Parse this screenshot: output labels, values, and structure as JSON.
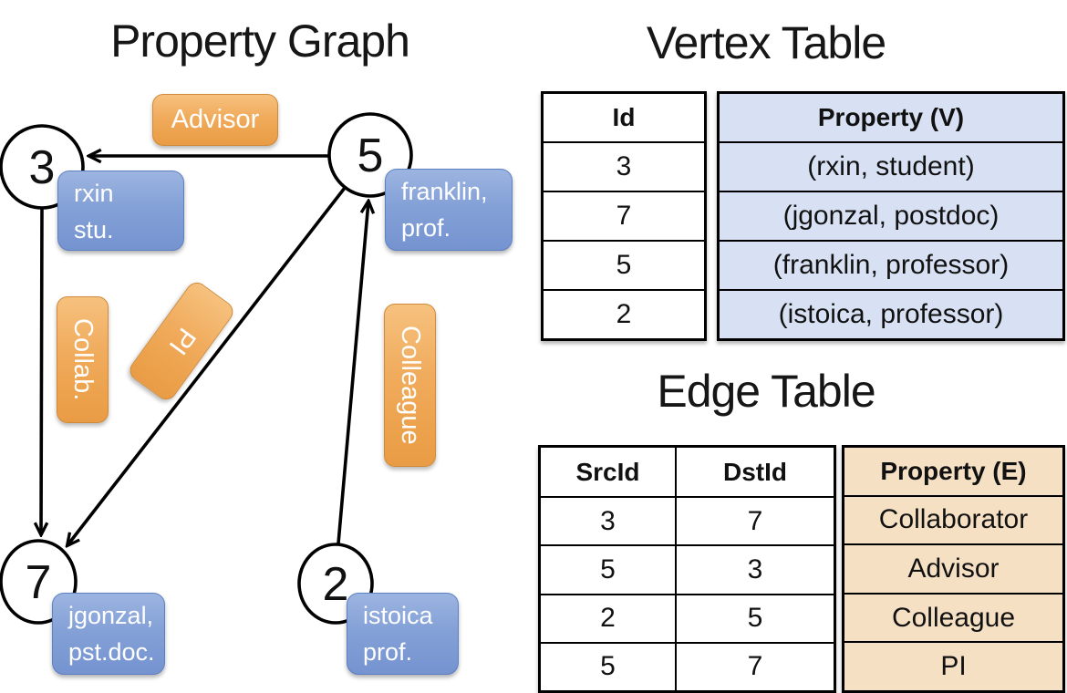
{
  "graph": {
    "title": "Property Graph",
    "nodes": {
      "n3": {
        "id": "3",
        "prop1": "rxin",
        "prop2": "stu."
      },
      "n5": {
        "id": "5",
        "prop1": "franklin,",
        "prop2": "prof."
      },
      "n7": {
        "id": "7",
        "prop1": "jgonzal,",
        "prop2": "pst.doc."
      },
      "n2": {
        "id": "2",
        "prop1": "istoica",
        "prop2": "prof."
      }
    },
    "edge_labels": {
      "advisor": "Advisor",
      "collab": "Collab.",
      "pi": "PI",
      "colleague": "Colleague"
    }
  },
  "vertex_table": {
    "title": "Vertex Table",
    "columns": [
      "Id",
      "Property (V)"
    ],
    "rows": [
      [
        "3",
        "(rxin, student)"
      ],
      [
        "7",
        "(jgonzal, postdoc)"
      ],
      [
        "5",
        "(franklin, professor)"
      ],
      [
        "2",
        "(istoica, professor)"
      ]
    ]
  },
  "edge_table": {
    "title": "Edge Table",
    "columns": [
      "SrcId",
      "DstId",
      "Property (E)"
    ],
    "rows": [
      [
        "3",
        "7",
        "Collaborator"
      ],
      [
        "5",
        "3",
        "Advisor"
      ],
      [
        "2",
        "5",
        "Colleague"
      ],
      [
        "5",
        "7",
        "PI"
      ]
    ]
  },
  "colors": {
    "edge_label_orange": "#EFA95A",
    "vertex_prop_blue": "#84A1D7",
    "vertex_cell_bg": "#D8E1F3",
    "edge_cell_bg": "#F6E0C4",
    "line_black": "#000000"
  }
}
